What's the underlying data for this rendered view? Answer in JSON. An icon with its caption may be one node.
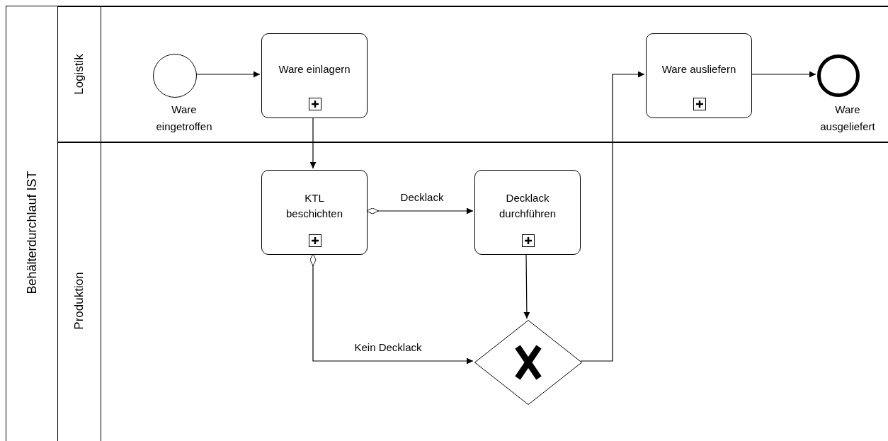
{
  "diagram": {
    "nodes": [
      {
        "text": [
          "Behälterdurchlauf IST"
        ]
      },
      {
        "text": [
          "Logistik"
        ],
        "in": 0
      },
      {
        "text": [
          "Produktion"
        ],
        "in": 0
      },
      {
        "text": [],
        "shape": "circle",
        "beside": [
          "Ware eingetroffen"
        ],
        "in": 1
      },
      {
        "text": [
          "Ware einlagern"
        ],
        "in": 1
      },
      {
        "text": [
          "Ware ausliefern"
        ],
        "in": 1
      },
      {
        "text": [],
        "shape": "circle",
        "beside": [
          "Ware ausgeliefert"
        ],
        "in": 1
      },
      {
        "text": [
          "KTL beschichten"
        ],
        "in": 2
      },
      {
        "text": [
          "Decklack durchführen"
        ],
        "in": 2
      },
      {
        "text": [],
        "shape": "diamond",
        "in": 2
      }
    ],
    "edges": [
      {
        "from": 3,
        "to": 4,
        "arrow": "to"
      },
      {
        "from": 4,
        "to": 7,
        "arrow": "to"
      },
      {
        "from": 7,
        "to": 8,
        "arrow": "to",
        "label": "Decklack"
      },
      {
        "from": 7,
        "to": 9,
        "arrow": "to",
        "label": "Kein Decklack"
      },
      {
        "from": 8,
        "to": 9,
        "arrow": "to"
      },
      {
        "from": 9,
        "to": 5,
        "arrow": "to"
      },
      {
        "from": 5,
        "to": 6,
        "arrow": "to"
      }
    ]
  }
}
